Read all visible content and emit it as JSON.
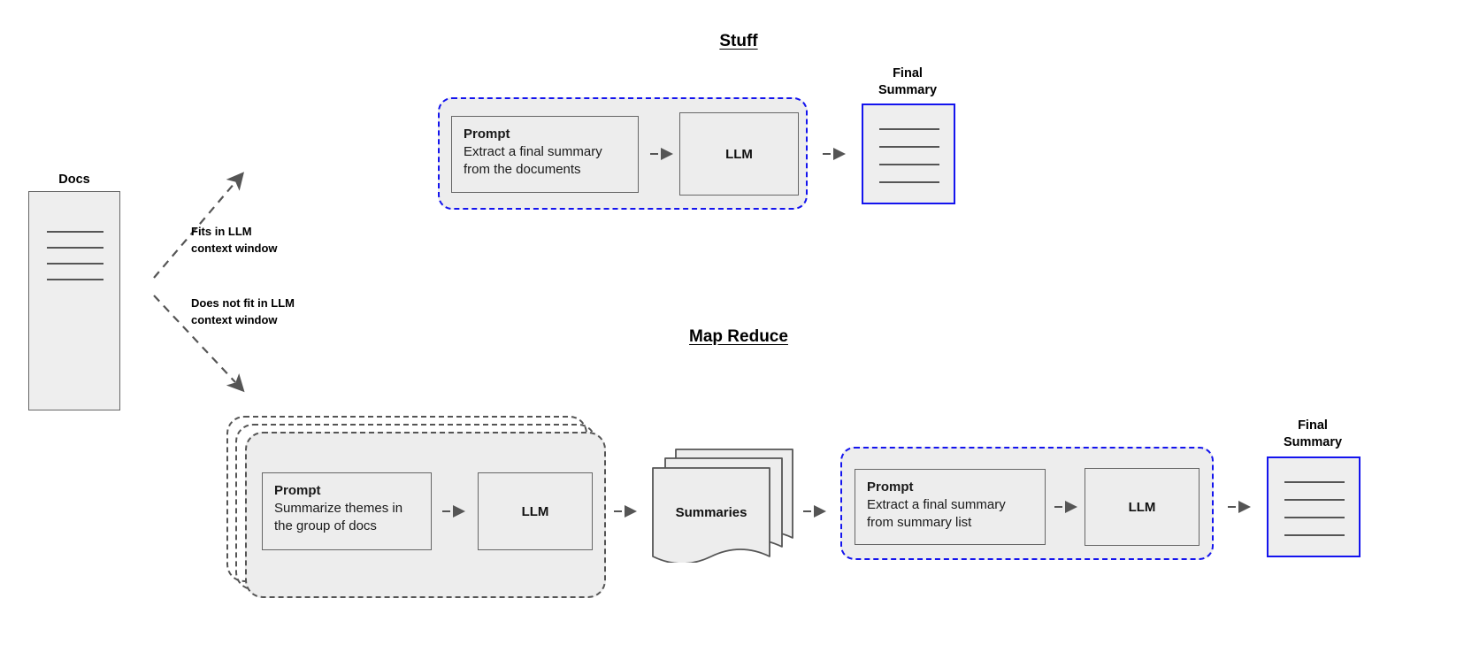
{
  "diagram": {
    "title_stuff": "Stuff",
    "title_mapreduce": "Map Reduce"
  },
  "docs": {
    "label": "Docs",
    "line_count": 4
  },
  "branches": [
    {
      "label": "Fits in LLM\ncontext window",
      "direction": "up"
    },
    {
      "label": "Does not fit in LLM\ncontext window",
      "direction": "down"
    }
  ],
  "stuff": {
    "title": "Stuff",
    "prompt": {
      "heading": "Prompt",
      "body": "Extract a final summary\nfrom the documents"
    },
    "llm_label": "LLM",
    "final_summary": {
      "caption": "Final\nSummary",
      "line_count": 4
    }
  },
  "map_reduce": {
    "title": "Map Reduce",
    "map_stage": {
      "stack_count": 3,
      "prompt": {
        "heading": "Prompt",
        "body": "Summarize themes in\nthe group of docs"
      },
      "llm_label": "LLM"
    },
    "summaries": {
      "label": "Summaries",
      "stack_count": 3
    },
    "reduce_stage": {
      "prompt": {
        "heading": "Prompt",
        "body": "Extract a final summary\nfrom summary list"
      },
      "llm_label": "LLM"
    },
    "final_summary": {
      "caption": "Final\nSummary",
      "line_count": 4
    }
  },
  "colors": {
    "accent_blue": "#1414ee",
    "box_fill": "#eeeeee",
    "box_stroke": "#666666",
    "dash_grey": "#555555"
  }
}
